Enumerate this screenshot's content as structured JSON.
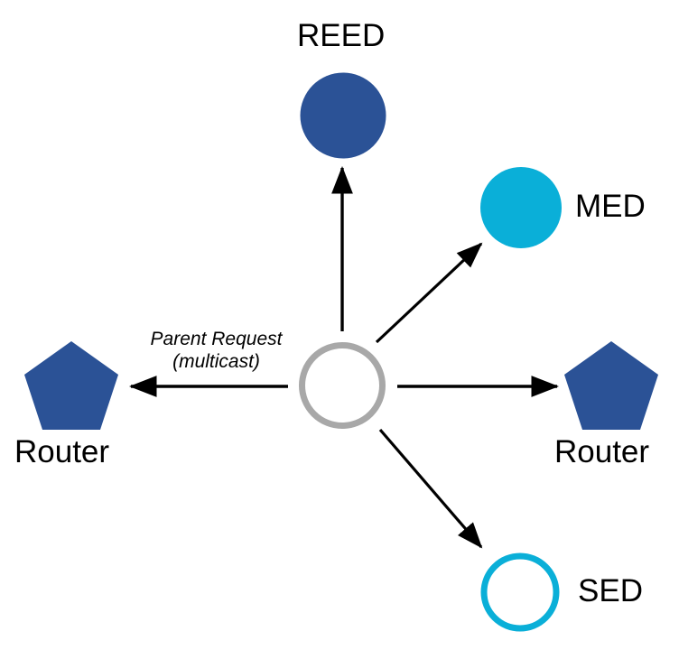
{
  "diagram": {
    "title": "Parent Request multicast topology",
    "background_color": "#ffffff",
    "colors": {
      "dark_blue": "#2b5296",
      "cyan": "#0aafd8",
      "gray_outline": "#a8a8a8",
      "arrow_black": "#000000",
      "text_black": "#000000"
    },
    "center_node": {
      "name": "center-node",
      "shape": "circle-outline",
      "fill": "none",
      "stroke": "#a8a8a8",
      "label": ""
    },
    "edge_label": {
      "line1": "Parent Request",
      "line2": "(multicast)"
    },
    "nodes": [
      {
        "id": "reed",
        "label": "REED",
        "shape": "circle-filled",
        "color": "#2b5296",
        "direction": "up"
      },
      {
        "id": "med",
        "label": "MED",
        "shape": "circle-filled",
        "color": "#0aafd8",
        "direction": "up-right"
      },
      {
        "id": "router-right",
        "label": "Router",
        "shape": "pentagon-filled",
        "color": "#2b5296",
        "direction": "right"
      },
      {
        "id": "sed",
        "label": "SED",
        "shape": "circle-outline",
        "color": "#0aafd8",
        "direction": "down-right"
      },
      {
        "id": "router-left",
        "label": "Router",
        "shape": "pentagon-filled",
        "color": "#2b5296",
        "direction": "left"
      }
    ],
    "arrows": [
      {
        "id": "arrow-to-reed",
        "from": "center-node",
        "to": "reed"
      },
      {
        "id": "arrow-to-med",
        "from": "center-node",
        "to": "med"
      },
      {
        "id": "arrow-to-router-right",
        "from": "center-node",
        "to": "router-right"
      },
      {
        "id": "arrow-to-sed",
        "from": "center-node",
        "to": "sed"
      },
      {
        "id": "arrow-to-router-left",
        "from": "center-node",
        "to": "router-left"
      }
    ]
  }
}
